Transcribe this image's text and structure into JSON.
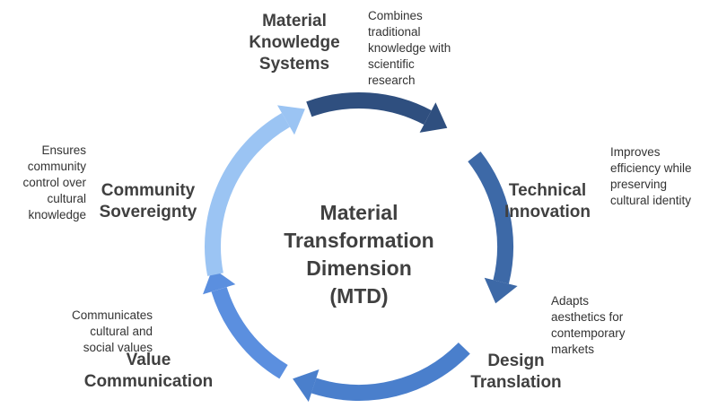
{
  "center": {
    "lines": [
      "Material",
      "Transformation",
      "Dimension",
      "(MTD)"
    ]
  },
  "stages": [
    {
      "id": "material-knowledge-systems",
      "title_lines": [
        "Material",
        "Knowledge",
        "Systems"
      ],
      "description_lines": [
        "Combines",
        "traditional",
        "knowledge with",
        "scientific",
        "research"
      ],
      "color": "#2f4f7f"
    },
    {
      "id": "technical-innovation",
      "title_lines": [
        "Technical",
        "Innovation"
      ],
      "description_lines": [
        "Improves",
        "efficiency while",
        "preserving",
        "cultural identity"
      ],
      "color": "#3d69a7"
    },
    {
      "id": "design-translation",
      "title_lines": [
        "Design",
        "Translation"
      ],
      "description_lines": [
        "Adapts",
        "aesthetics for",
        "contemporary",
        "markets"
      ],
      "color": "#4a7fcc"
    },
    {
      "id": "value-communication",
      "title_lines": [
        "Value",
        "Communication"
      ],
      "description_lines": [
        "Communicates",
        "cultural and",
        "social values"
      ],
      "color": "#5b8fdf"
    },
    {
      "id": "community-sovereignty",
      "title_lines": [
        "Community",
        "Sovereignty"
      ],
      "description_lines": [
        "Ensures",
        "community",
        "control over",
        "cultural",
        "knowledge"
      ],
      "color": "#9bc4f3"
    }
  ]
}
